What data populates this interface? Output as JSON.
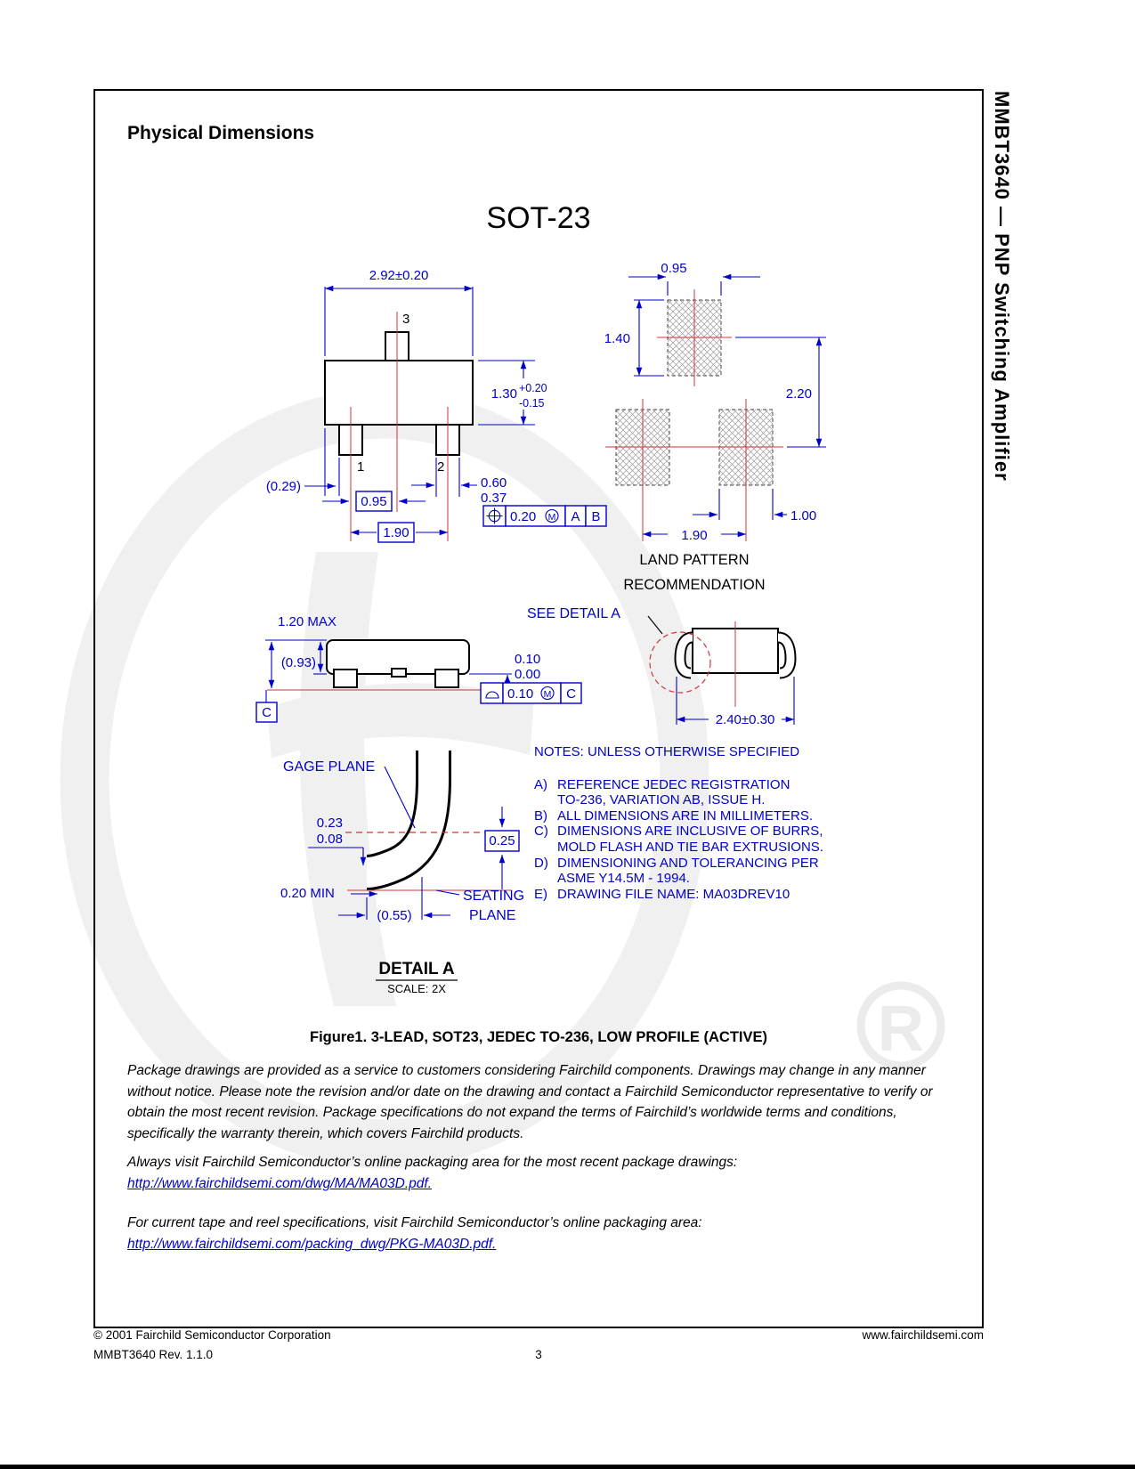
{
  "meta": {
    "accent_blue": "#0000C8",
    "centerline_red": "#D03535",
    "watermark_gray": "#F0F0F0"
  },
  "header": {
    "side_title": "MMBT3640 — PNP Switching Amplifier",
    "section_title": "Physical Dimensions",
    "package_name": "SOT-23"
  },
  "top_view": {
    "dim_body_width": "2.92±0.20",
    "pin3_label": "3",
    "pin1_label": "1",
    "pin2_label": "2",
    "dim_height_nom": "1.30",
    "dim_height_tol_plus": "+0.20",
    "dim_height_tol_minus": "-0.15",
    "dim_edge_to_lead": "(0.29)",
    "dim_lead_pitch_small": "0.95",
    "dim_lead_span": "1.90",
    "dim_lead_width_max": "0.60",
    "dim_lead_width_min": "0.37",
    "fcf_tolerance": "0.20",
    "fcf_modifier": "M",
    "fcf_datum_1": "A",
    "fcf_datum_2": "B"
  },
  "land_pattern": {
    "dim_pad_width_top": "0.95",
    "dim_pad_height": "1.40",
    "dim_vertical_pitch": "2.20",
    "dim_horizontal_pitch": "1.90",
    "dim_pad_width_bottom": "1.00",
    "caption_line1": "LAND PATTERN",
    "caption_line2": "RECOMMENDATION"
  },
  "side_view": {
    "dim_height_max": "1.20 MAX",
    "dim_body_height": "(0.93)",
    "datum_label": "C",
    "dim_standoff_max": "0.10",
    "dim_standoff_min": "0.00",
    "fcf_tolerance": "0.10",
    "fcf_modifier": "M",
    "fcf_datum": "C",
    "see_detail": "SEE DETAIL A",
    "dim_lead_span": "2.40±0.30"
  },
  "detail_a": {
    "gage_plane_label": "GAGE PLANE",
    "dim_tip_max": "0.23",
    "dim_tip_min": "0.08",
    "dim_lead_thickness": "0.25",
    "dim_standoff": "0.20 MIN",
    "dim_foot_length": "(0.55)",
    "seating_line1": "SEATING",
    "seating_line2": "PLANE",
    "title": "DETAIL A",
    "scale": "SCALE: 2X"
  },
  "notes": {
    "header": "NOTES: UNLESS OTHERWISE SPECIFIED",
    "items": [
      {
        "label": "A)",
        "lines": [
          "REFERENCE JEDEC REGISTRATION",
          "TO-236, VARIATION AB, ISSUE H."
        ]
      },
      {
        "label": "B)",
        "lines": [
          "ALL DIMENSIONS ARE IN MILLIMETERS."
        ]
      },
      {
        "label": "C)",
        "lines": [
          "DIMENSIONS ARE INCLUSIVE OF BURRS,",
          "MOLD FLASH AND TIE BAR EXTRUSIONS."
        ]
      },
      {
        "label": "D)",
        "lines": [
          "DIMENSIONING AND TOLERANCING PER",
          "ASME Y14.5M - 1994."
        ]
      },
      {
        "label": "E)",
        "lines": [
          "DRAWING FILE NAME: MA03DREV10"
        ]
      }
    ]
  },
  "figure_caption": "Figure1. 3-LEAD, SOT23, JEDEC TO-236, LOW PROFILE (ACTIVE)",
  "disclaimer": "Package drawings are provided as a service to customers considering Fairchild components. Drawings may change in any manner without notice. Please note the revision and/or date on the drawing and contact a Fairchild Semiconductor representative to verify or obtain the most recent revision. Package specifications do not expand the terms of Fairchild’s worldwide terms and conditions, specifically the warranty therein, which covers Fairchild products.",
  "packaging_note": {
    "text": "Always visit Fairchild Semiconductor’s online packaging area for the most recent package drawings:",
    "link": "http://www.fairchildsemi.com/dwg/MA/MA03D.pdf."
  },
  "tape_reel_note": {
    "text": "For current tape and reel specifications, visit Fairchild Semiconductor’s online packaging area:",
    "link": "http://www.fairchildsemi.com/packing_dwg/PKG-MA03D.pdf."
  },
  "footer": {
    "copyright": "© 2001 Fairchild Semiconductor Corporation",
    "website": "www.fairchildsemi.com",
    "doc_rev": "MMBT3640 Rev. 1.1.0",
    "page_number": "3"
  },
  "watermark": {
    "registered_mark": "R"
  }
}
